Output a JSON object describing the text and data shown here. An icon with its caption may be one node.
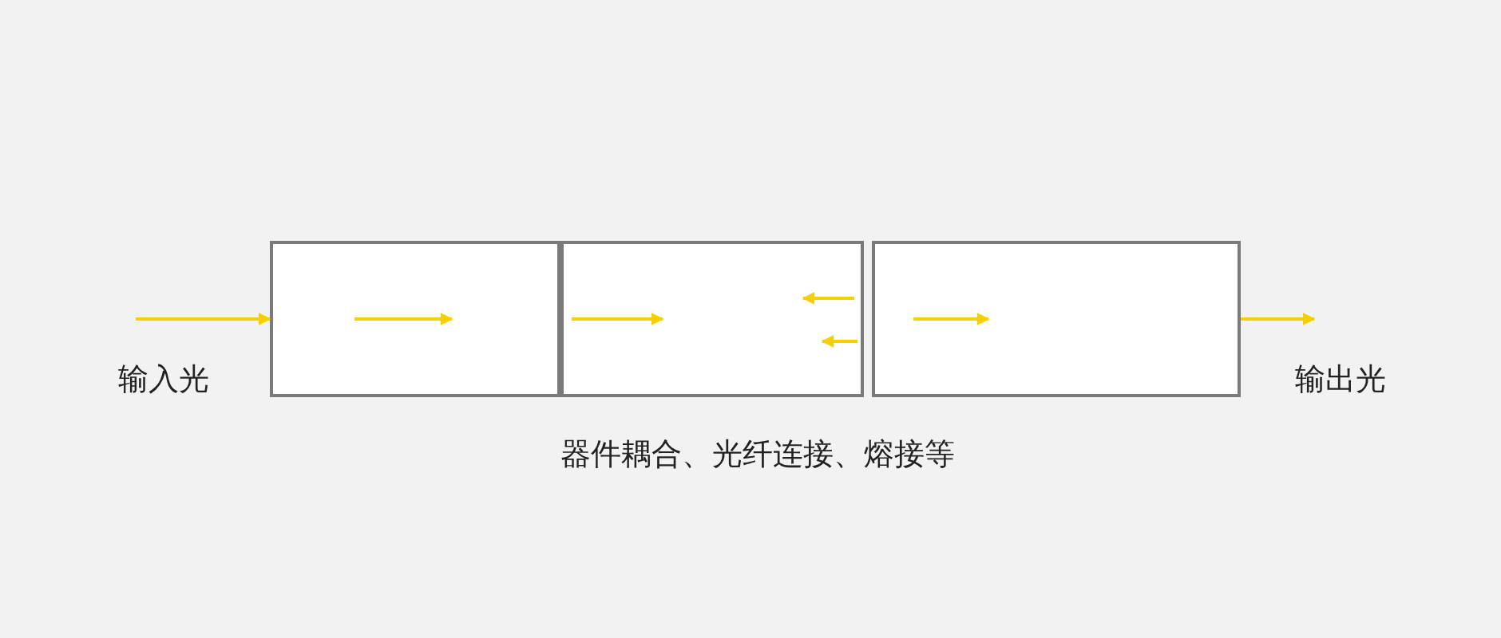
{
  "diagram": {
    "nodes": [
      {
        "text": [],
        "shape": "box"
      },
      {
        "text": [],
        "shape": "box"
      },
      {
        "text": [],
        "shape": "box"
      }
    ],
    "edges": [
      {
        "from": null,
        "to": 0,
        "arrow": "to"
      },
      {
        "from": 2,
        "to": null,
        "arrow": "to"
      }
    ],
    "labels": [
      "输入光",
      "输出光",
      "器件耦合、光纤连接、熔接等"
    ]
  }
}
